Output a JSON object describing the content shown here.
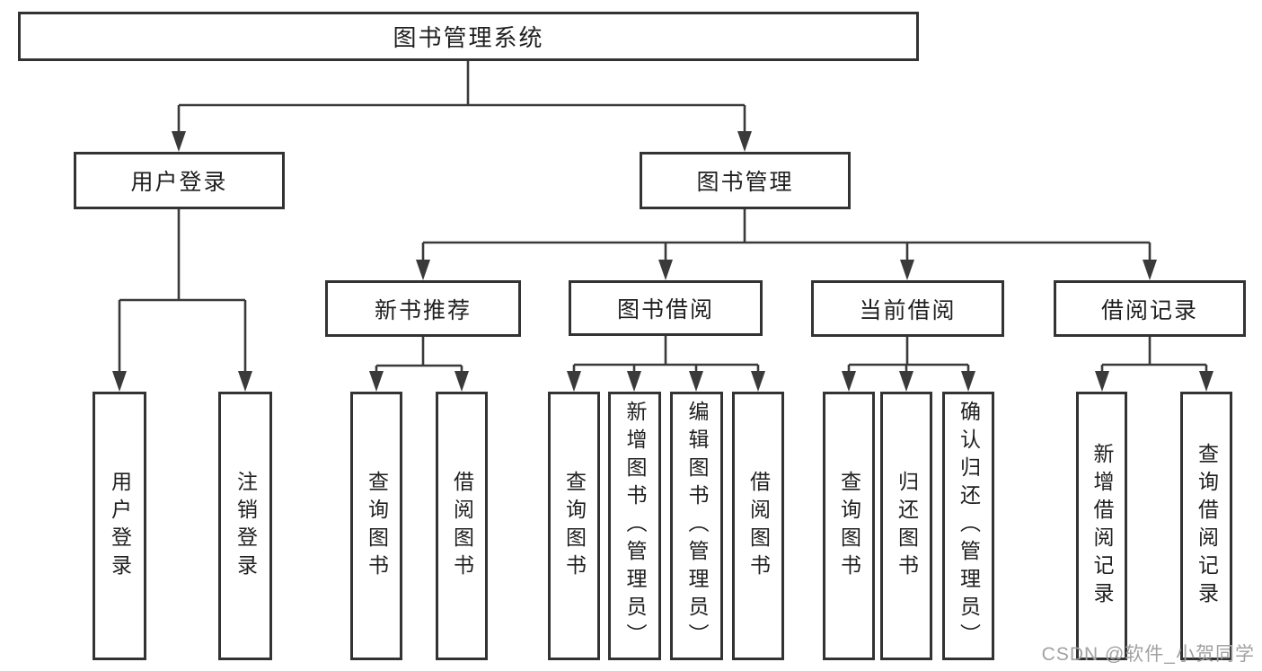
{
  "tree": {
    "label": "图书管理系统",
    "children": [
      {
        "label": "用户登录",
        "children": [
          {
            "label": "用户登录"
          },
          {
            "label": "注销登录"
          }
        ]
      },
      {
        "label": "图书管理",
        "children": [
          {
            "label": "新书推荐",
            "children": [
              {
                "label": "查询图书"
              },
              {
                "label": "借阅图书"
              }
            ]
          },
          {
            "label": "图书借阅",
            "children": [
              {
                "label": "查询图书"
              },
              {
                "label": "新增图书（管理员）"
              },
              {
                "label": "编辑图书（管理员）"
              },
              {
                "label": "借阅图书"
              }
            ]
          },
          {
            "label": "当前借阅",
            "children": [
              {
                "label": "查询图书"
              },
              {
                "label": "归还图书"
              },
              {
                "label": "确认归还（管理员）"
              }
            ]
          },
          {
            "label": "借阅记录",
            "children": [
              {
                "label": "新增借阅记录"
              },
              {
                "label": "查询借阅记录"
              }
            ]
          }
        ]
      }
    ]
  },
  "watermark": {
    "text": "CSDN @软件_小贺同学"
  },
  "colors": {
    "line": "#3a3a3a",
    "box_border": "#333333",
    "text": "#1f1f1f",
    "watermark": "#a2a2a2",
    "background": "#ffffff"
  }
}
